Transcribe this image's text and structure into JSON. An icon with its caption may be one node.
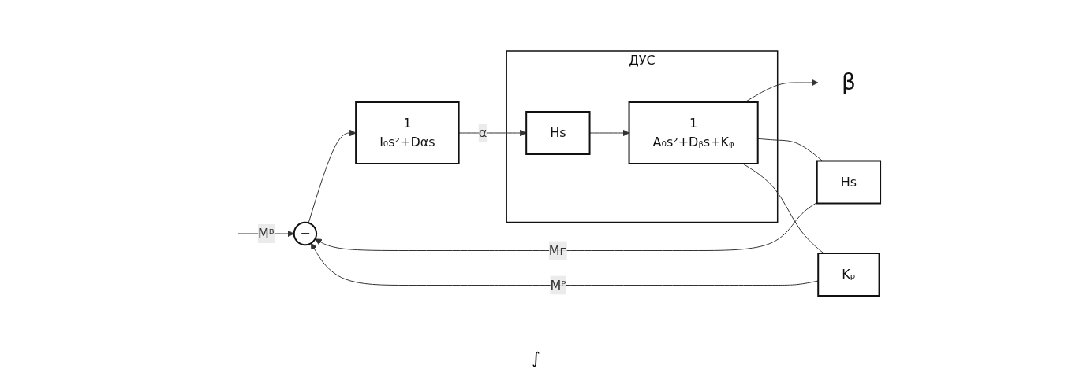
{
  "diagram": {
    "nodes": [
      {
        "text": [
          "−"
        ]
      },
      {
        "text": [
          "1",
          "I₀s²+Dαs"
        ]
      },
      {
        "text": [
          "ДУС"
        ]
      },
      {
        "text": [
          "Hs"
        ],
        "in": 2
      },
      {
        "text": [
          "1",
          "A₀s²+Dᵦs+Kᵩ"
        ],
        "in": 2
      },
      {
        "text": [
          "β"
        ]
      },
      {
        "text": [
          "Hs"
        ]
      },
      {
        "text": [
          "Kₚ"
        ]
      }
    ],
    "edges": [
      {
        "from": null,
        "to": 0,
        "arrow": "to",
        "label": "Mᴮ"
      },
      {
        "from": 0,
        "to": 1,
        "arrow": "to"
      },
      {
        "from": 1,
        "to": 3,
        "arrow": "to",
        "label": "α"
      },
      {
        "from": 3,
        "to": 4,
        "arrow": "to"
      },
      {
        "from": 4,
        "to": 5,
        "arrow": "to"
      },
      {
        "from": 4,
        "to": 6,
        "arrow": "none"
      },
      {
        "from": 6,
        "to": 0,
        "arrow": "to",
        "label": "Mᴦ"
      },
      {
        "from": 4,
        "to": 7,
        "arrow": "none"
      },
      {
        "from": 7,
        "to": 0,
        "arrow": "to",
        "label": "Mᴾ"
      }
    ],
    "labels": [
      "∫"
    ]
  }
}
